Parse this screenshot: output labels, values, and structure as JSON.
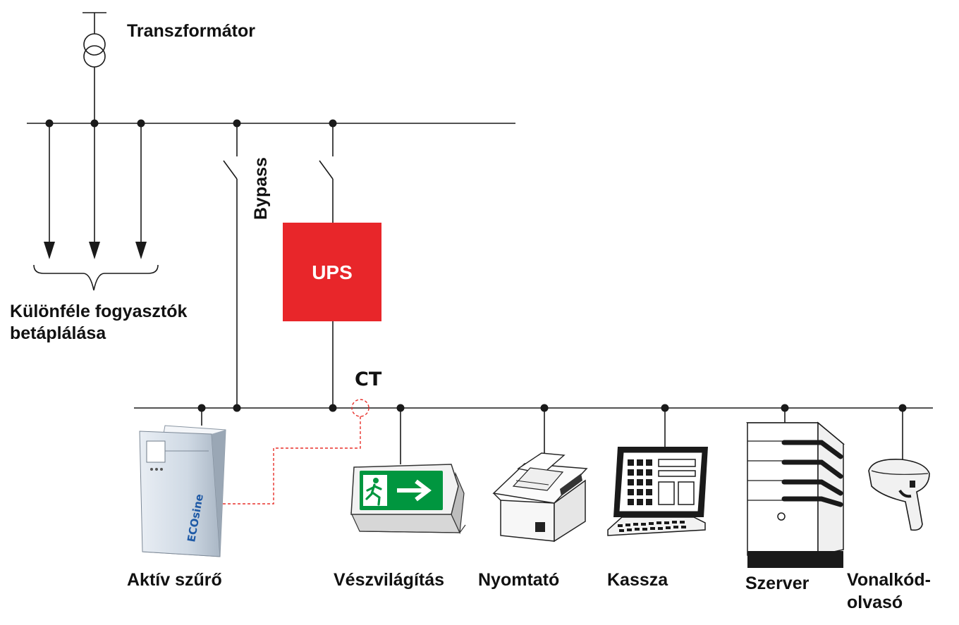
{
  "labels": {
    "transformer": "Transzformátor",
    "consumers_line1": "Különféle fogyasztók",
    "consumers_line2": "betáplálása",
    "bypass": "Bypass",
    "ups": "UPS",
    "ct": "CT",
    "active_filter": "Aktív szűrő",
    "emergency_light": "Vészvilágítás",
    "printer": "Nyomtató",
    "cash_register": "Kassza",
    "server": "Szerver",
    "barcode_line1": "Vonalkód-",
    "barcode_line2": "olvasó",
    "device_brand": "ECOsine"
  },
  "colors": {
    "ups_fill": "#e8262a",
    "ct_dash": "#e8302a",
    "exit_sign_green": "#00963f",
    "wire": "#1a1a1a"
  }
}
